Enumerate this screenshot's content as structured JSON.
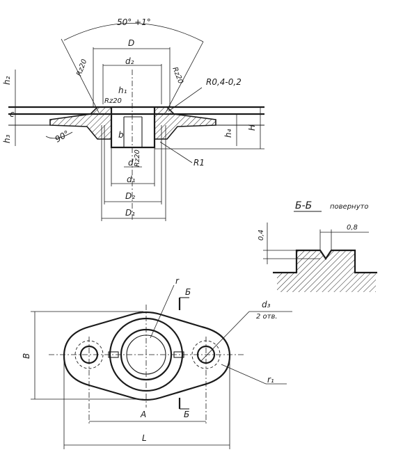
{
  "labels": {
    "angle": "50° +1°",
    "rz_left": "Rz20",
    "rz_right": "Rz20",
    "rz_mid": "Rz20",
    "rz_low": "Rz20",
    "D": "D",
    "d2": "d₂",
    "h1": "h₁",
    "h2": "h₂",
    "h3": "h₃",
    "h4": "h₄",
    "H": "H",
    "b": "b",
    "c": "c",
    "d": "d",
    "d1": "d₁",
    "D2": "D₂",
    "D1": "D₁",
    "radius_tol": "R0,4-0,2",
    "R1": "R1",
    "angle90": "90°",
    "section_title": "Б-Б",
    "section_note": "повернуто",
    "dim_04": "0,4",
    "dim_08": "0,8",
    "r": "r",
    "r1": "r₁",
    "d3": "d₃",
    "holes": "2 отв.",
    "B": "B",
    "A": "A",
    "L": "L",
    "cut_top": "Б",
    "cut_bottom": "Б"
  }
}
